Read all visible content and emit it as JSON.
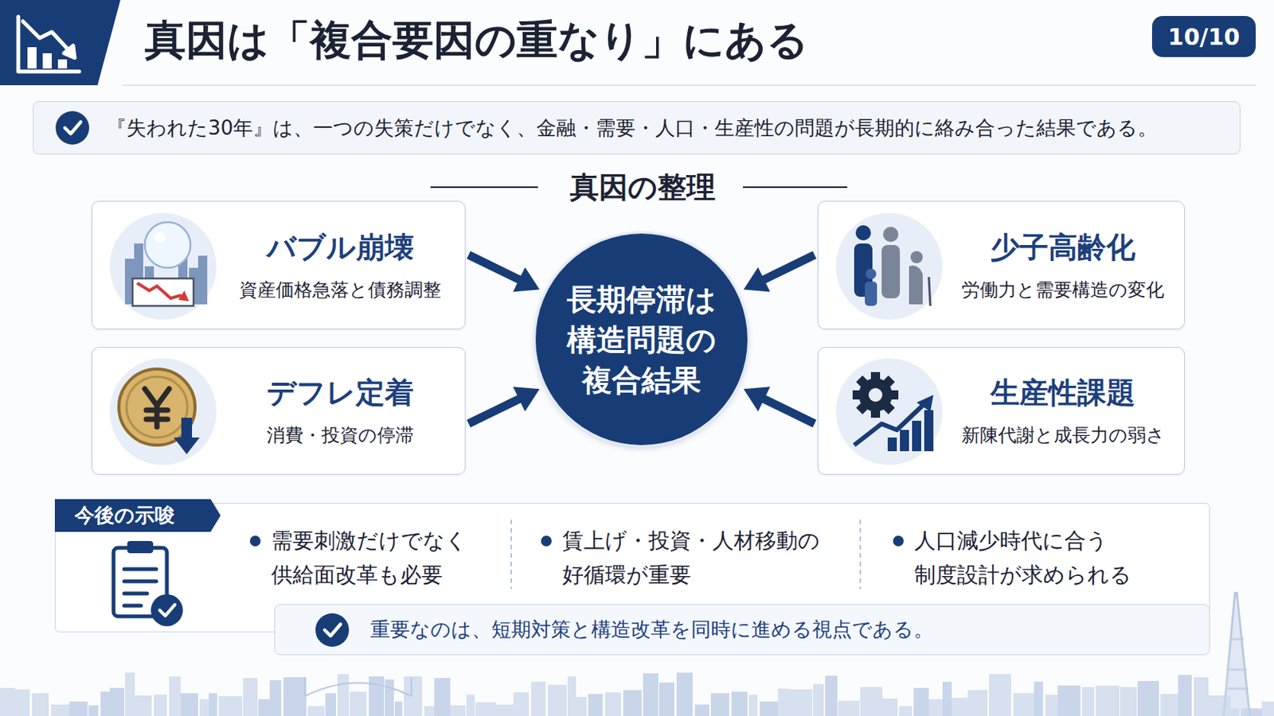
{
  "diagram": {
    "title": "真因は「複合要因の重なり」にある",
    "nodes": [
      {
        "text": [
          "10/10"
        ]
      },
      {
        "text": [
          "『失われた30年』は、一つの失策だけでなく、金融・需要・人口・生産性の問題が長期的に絡み合った結果である。"
        ]
      },
      {
        "text": [
          "バブル崩壊",
          "資産価格急落と債務調整"
        ]
      },
      {
        "text": [
          "長期停滞は 構造問題の 複合結果"
        ]
      },
      {
        "text": [
          "少子高齢化",
          "労働力と需要構造の変化"
        ]
      },
      {
        "text": [
          "デフレ定着",
          "消費・投資の停滞"
        ]
      },
      {
        "text": [
          "生産性課題",
          "新陳代謝と成長力の弱さ"
        ]
      },
      {
        "text": [
          "需要刺激だけでなく 供給面改革も必要",
          "賃上げ・投資・人材移動の 好循環が重要",
          "人口減少時代に合う 制度設計が求められる"
        ]
      },
      {
        "text": [
          "今後の示唆"
        ],
        "in": 7
      },
      {
        "text": [
          "重要なのは、短期対策と構造改革を同時に進める視点である。"
        ]
      }
    ],
    "edges": [
      {
        "from": 2,
        "to": 3,
        "arrow": "to"
      },
      {
        "from": 4,
        "to": 3,
        "arrow": "to"
      },
      {
        "from": 5,
        "to": 3,
        "arrow": "to"
      },
      {
        "from": 6,
        "to": 3,
        "arrow": "to"
      }
    ],
    "labels": [
      "真因の整理"
    ]
  }
}
